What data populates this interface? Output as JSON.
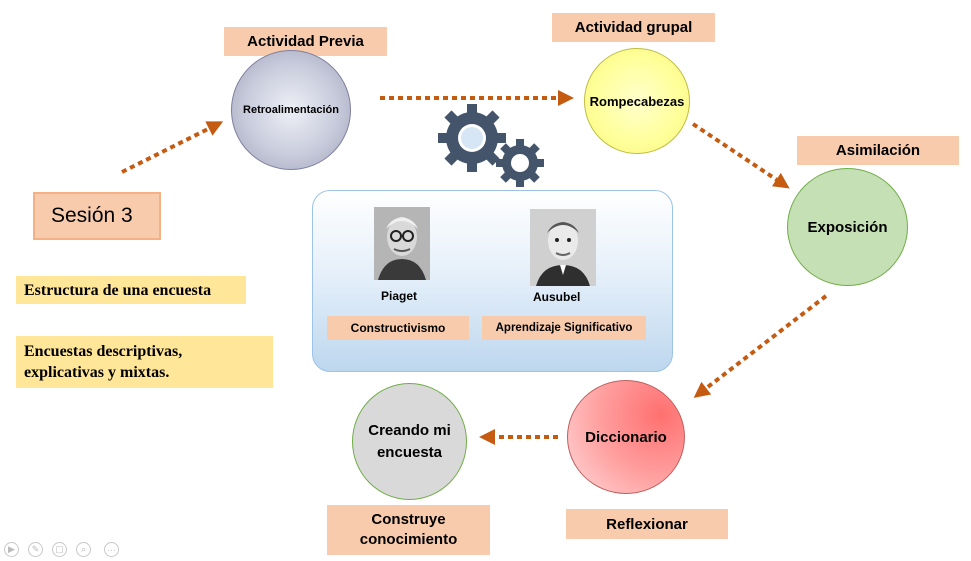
{
  "stages": {
    "actividad_previa": "Actividad Previa",
    "actividad_grupal": "Actividad grupal",
    "asimilacion": "Asimilación",
    "reflexionar": "Reflexionar",
    "construye": "Construye conocimiento"
  },
  "circles": {
    "retroalimentacion": "Retroalimentación",
    "rompecabezas": "Rompecabezas",
    "exposicion": "Exposición",
    "diccionario": "Diccionario",
    "creando": "Creando mi encuesta"
  },
  "session": {
    "title": "Sesión 3"
  },
  "notes": {
    "estructura": "Estructura de una encuesta",
    "encuestas": "Encuestas descriptivas, explicativas y mixtas."
  },
  "theories": {
    "piaget_name": "Piaget",
    "ausubel_name": "Ausubel",
    "constructivismo": "Constructivismo",
    "aprendizaje": "Aprendizaje Significativo"
  },
  "colors": {
    "label_bg": "#f8cbad",
    "note_bg": "#ffe699",
    "arrow": "#c55a11",
    "retro": "#b4b8cc",
    "rompe": "#ffff99",
    "expo": "#c5e0b4",
    "dicc": "#ff8080",
    "creando": "#d9d9d9",
    "panel": "#bdd7ee",
    "gear": "#44546a"
  },
  "icons": [
    "gear-icon",
    "portrait-piaget",
    "portrait-ausubel",
    "play-icon",
    "pen-icon",
    "copy-icon",
    "zoom-icon",
    "more-icon"
  ]
}
